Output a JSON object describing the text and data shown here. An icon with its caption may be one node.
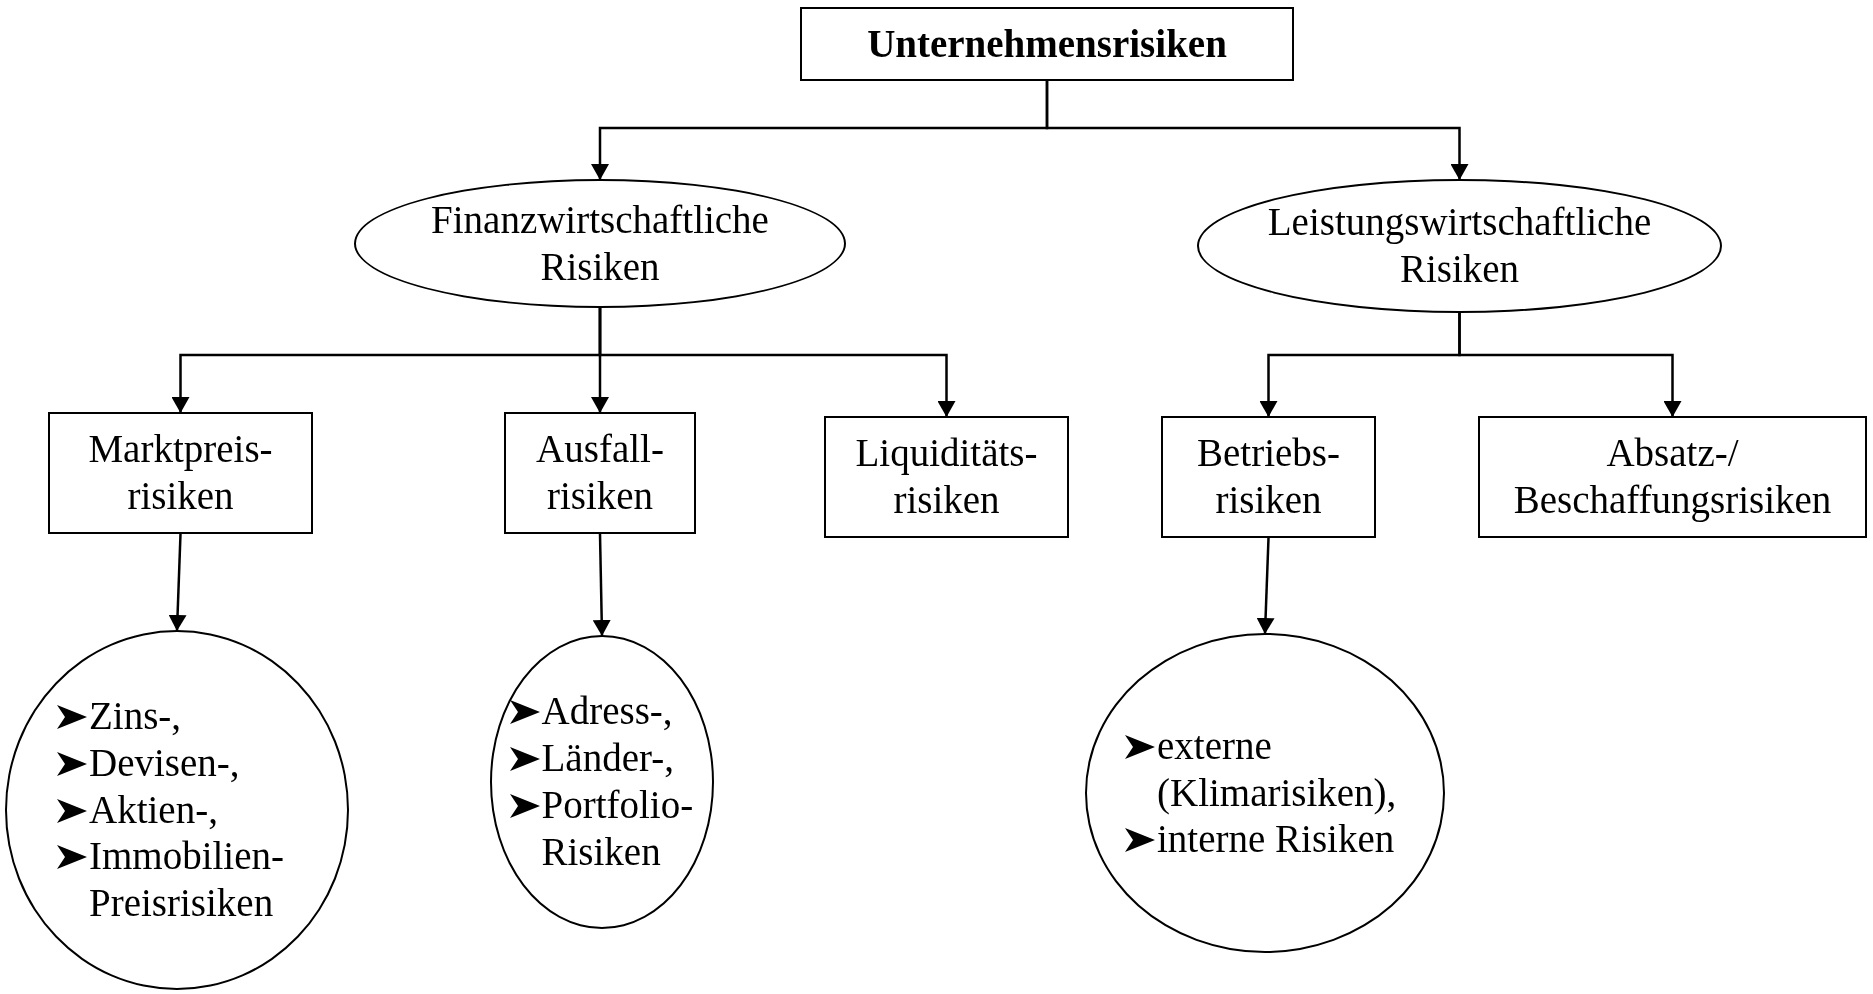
{
  "diagram": {
    "nodes": [
      {
        "text": [
          "Unternehmensrisiken"
        ]
      },
      {
        "text": [
          "Finanzwirtschaftliche Risiken"
        ]
      },
      {
        "text": [
          "Leistungswirtschaftliche Risiken"
        ]
      },
      {
        "text": [
          "Marktpreis- risiken"
        ]
      },
      {
        "text": [
          "Ausfall- risiken"
        ]
      },
      {
        "text": [
          "Liquiditäts- risiken"
        ]
      },
      {
        "text": [
          "Betriebs- risiken"
        ]
      },
      {
        "text": [
          "Absatz-/ Beschaffungsrisiken"
        ]
      },
      {
        "text": [
          "Zins-,",
          "Devisen-,",
          "Aktien-,",
          "Immobilien- Preisrisiken"
        ]
      },
      {
        "text": [
          "Adress-,",
          "Länder-,",
          "Portfolio- Risiken"
        ]
      },
      {
        "text": [
          "externe (Klimarisiken),",
          "interne Risiken"
        ]
      }
    ],
    "edges": [
      {
        "from": 0,
        "to": 1,
        "arrow": "to"
      },
      {
        "from": 0,
        "to": 2,
        "arrow": "to"
      },
      {
        "from": 1,
        "to": 3,
        "arrow": "to"
      },
      {
        "from": 1,
        "to": 4,
        "arrow": "to"
      },
      {
        "from": 1,
        "to": 5,
        "arrow": "to"
      },
      {
        "from": 2,
        "to": 6,
        "arrow": "to"
      },
      {
        "from": 2,
        "to": 7,
        "arrow": "to"
      },
      {
        "from": 3,
        "to": 8,
        "arrow": "to"
      },
      {
        "from": 4,
        "to": 9,
        "arrow": "to"
      },
      {
        "from": 6,
        "to": 10,
        "arrow": "to"
      }
    ]
  }
}
